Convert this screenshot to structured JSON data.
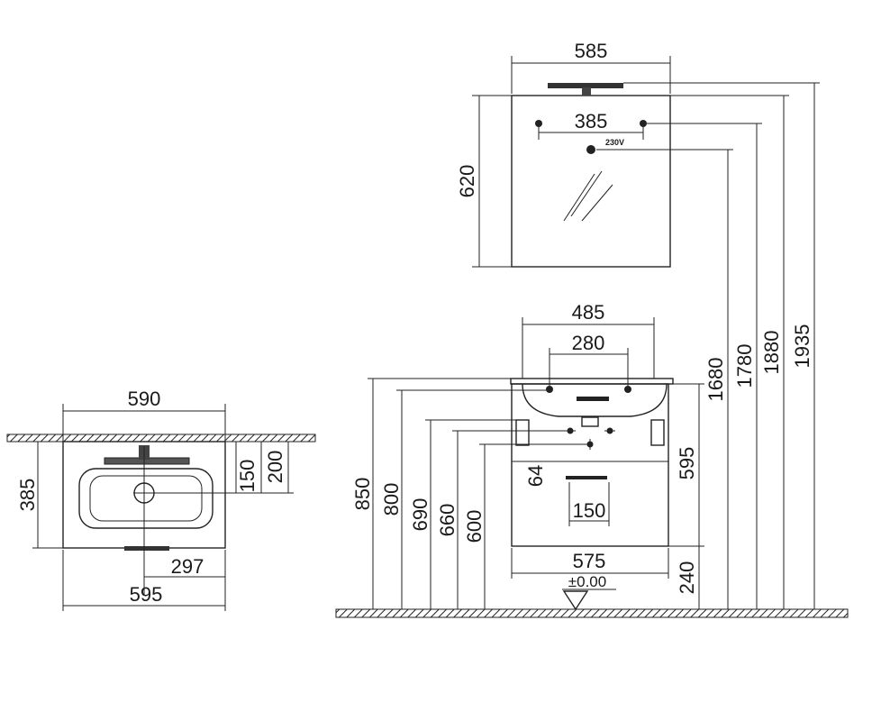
{
  "plan_view": {
    "top_width": "590",
    "depth": "385",
    "dim_150": "150",
    "dim_200": "200",
    "dim_297": "297",
    "width": "595"
  },
  "mirror": {
    "width": "585",
    "fixing_spacing": "385",
    "voltage": "230V",
    "height": "620"
  },
  "basin": {
    "outer_width": "485",
    "tap_spacing": "280",
    "cabinet_height": "595",
    "dim_64": "64",
    "waste_width": "150",
    "cabinet_width": "575",
    "floor_clearance": "240",
    "floor_level": "±0.00"
  },
  "heights": {
    "h850": "850",
    "h800": "800",
    "h690": "690",
    "h660": "660",
    "h600": "600",
    "h1680": "1680",
    "h1780": "1780",
    "h1880": "1880",
    "h1935": "1935"
  }
}
